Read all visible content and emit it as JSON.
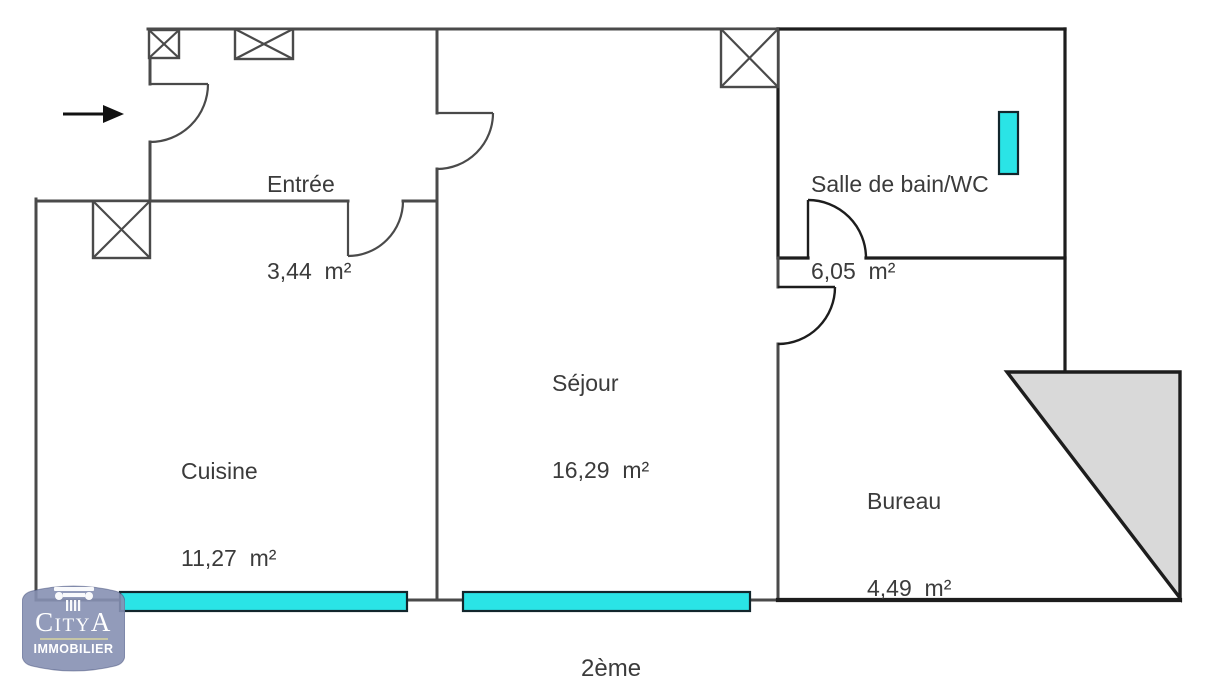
{
  "colors": {
    "wall_gray": "#4a4a4a",
    "wall_dark": "#1d1d1d",
    "window_cyan": "#2ae4e6",
    "window_border": "#12262c",
    "triangle_gray": "#d9d9d9",
    "label_text": "#3b3b3b",
    "logo_badge": "#8690b2",
    "logo_divider": "#c6c6a6",
    "logo_text": "#ffffff"
  },
  "rooms": [
    {
      "name": "Entrée",
      "area": "3,44  m²"
    },
    {
      "name": "Salle de bain/WC",
      "area": "6,05  m²"
    },
    {
      "name": "Séjour",
      "area": "16,29  m²"
    },
    {
      "name": "Cuisine",
      "area": "11,27  m²"
    },
    {
      "name": "Bureau",
      "area": "4,49  m²"
    }
  ],
  "floor_label": "2ème",
  "logo": {
    "brand": "CityA",
    "subtitle": "IMMOBILIER"
  }
}
